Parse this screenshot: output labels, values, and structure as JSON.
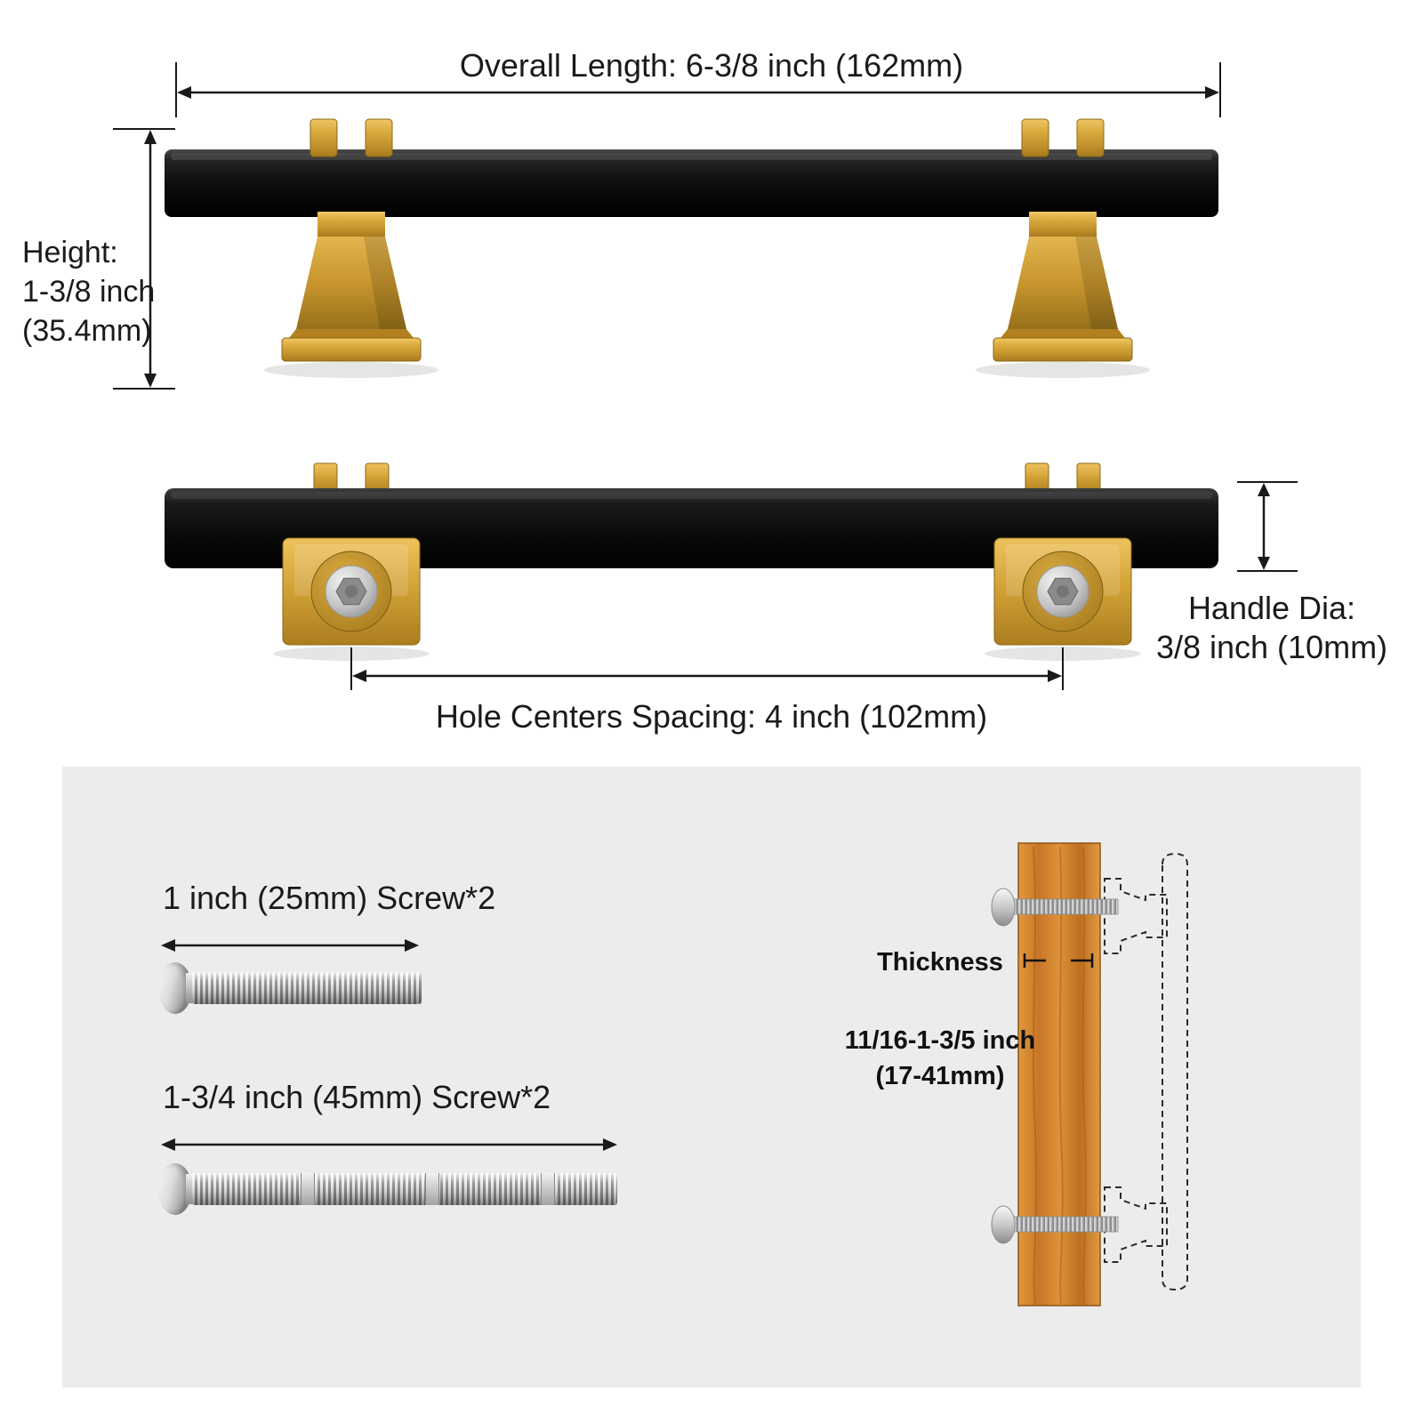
{
  "top_view": {
    "overall_length_label": "Overall Length: 6-3/8 inch (162mm)",
    "height_label_line1": "Height:",
    "height_label_line2": "1-3/8 inch",
    "height_label_line3": "(35.4mm)"
  },
  "bottom_view": {
    "handle_dia_line1": "Handle Dia:",
    "handle_dia_line2": "3/8 inch (10mm)",
    "hole_spacing_label": "Hole Centers Spacing: 4 inch (102mm)"
  },
  "installation": {
    "short_screw_label": "1 inch (25mm) Screw*2",
    "long_screw_label": "1-3/4 inch (45mm) Screw*2",
    "thickness_label": "Thickness",
    "thickness_range_line1": "11/16-1-3/5 inch",
    "thickness_range_line2": "(17-41mm)"
  },
  "colors": {
    "gold": "#cfa03a",
    "handle_black": "#0d0d0d",
    "wood": "#c87627",
    "panel_background": "#ececec",
    "dimension_line": "#1a1a1a",
    "screw_silver": "#c9c9c9"
  }
}
